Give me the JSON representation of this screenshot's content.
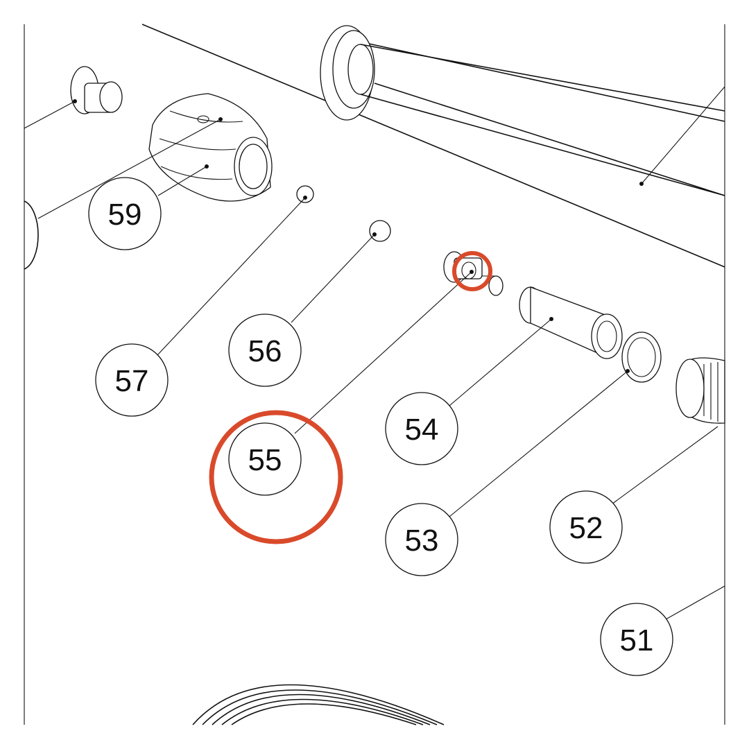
{
  "diagram": {
    "callouts": [
      {
        "id": "51",
        "label": "51"
      },
      {
        "id": "52",
        "label": "52"
      },
      {
        "id": "53",
        "label": "53"
      },
      {
        "id": "54",
        "label": "54"
      },
      {
        "id": "55",
        "label": "55"
      },
      {
        "id": "56",
        "label": "56"
      },
      {
        "id": "57",
        "label": "57"
      },
      {
        "id": "59",
        "label": "59"
      }
    ],
    "highlight": {
      "target": "55",
      "color": "#D94A2B"
    },
    "colors": {
      "lines": "#111111",
      "background": "#FFFFFF"
    }
  }
}
